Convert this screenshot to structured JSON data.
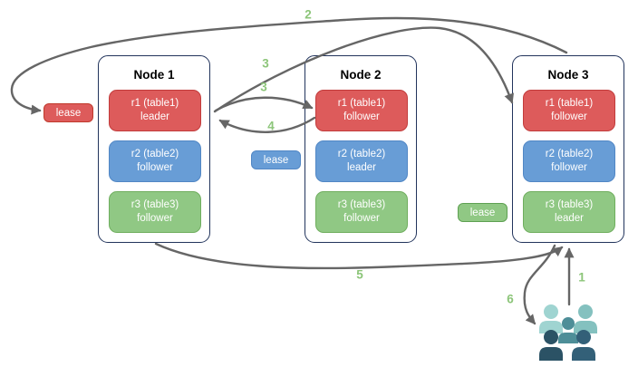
{
  "diagram": {
    "nodes": [
      {
        "title": "Node 1",
        "replicas": [
          {
            "name": "r1 (table1)",
            "role": "leader",
            "color": "red"
          },
          {
            "name": "r2 (table2)",
            "role": "follower",
            "color": "blue"
          },
          {
            "name": "r3 (table3)",
            "role": "follower",
            "color": "green"
          }
        ]
      },
      {
        "title": "Node 2",
        "replicas": [
          {
            "name": "r1 (table1)",
            "role": "follower",
            "color": "red"
          },
          {
            "name": "r2 (table2)",
            "role": "leader",
            "color": "blue"
          },
          {
            "name": "r3 (table3)",
            "role": "follower",
            "color": "green"
          }
        ]
      },
      {
        "title": "Node 3",
        "replicas": [
          {
            "name": "r1 (table1)",
            "role": "follower",
            "color": "red"
          },
          {
            "name": "r2 (table2)",
            "role": "follower",
            "color": "blue"
          },
          {
            "name": "r3 (table3)",
            "role": "leader",
            "color": "green"
          }
        ]
      }
    ],
    "leases": [
      {
        "label": "lease",
        "color": "red"
      },
      {
        "label": "lease",
        "color": "blue"
      },
      {
        "label": "lease",
        "color": "green"
      }
    ],
    "arrow_labels": {
      "a1": "1",
      "a2": "2",
      "a3_to_node3": "3",
      "a3_to_node2": "3",
      "a4": "4",
      "a5": "5",
      "a6": "6"
    },
    "arrows": [
      {
        "label": "1",
        "from": "users",
        "to": "Node 3 bottom"
      },
      {
        "label": "2",
        "from": "Node 3 top",
        "to": "lease (red) near Node 1"
      },
      {
        "label": "3",
        "from": "Node 1 r1 leader",
        "to": "Node 3 r1 follower"
      },
      {
        "label": "3",
        "from": "Node 1 r1 leader",
        "to": "Node 2 r1 follower"
      },
      {
        "label": "4",
        "from": "Node 2 r1 follower",
        "to": "Node 1 r1 leader"
      },
      {
        "label": "5",
        "from": "Node 1 bottom",
        "to": "Node 3 bottom"
      },
      {
        "label": "6",
        "from": "Node 3 bottom",
        "to": "users"
      }
    ],
    "icons": {
      "users": "users-icon"
    },
    "colors": {
      "red": "#dd5b5b",
      "red_border": "#c23c3c",
      "blue": "#689dd6",
      "blue_border": "#5187c5",
      "green": "#90c884",
      "green_border": "#6fae5e",
      "node_border": "#22345c",
      "arrow": "#666666",
      "arrow_label": "#8cc579",
      "users_back_left": "#9fd4d1",
      "users_back_right": "#84c1bf",
      "users_middle": "#4e8e98",
      "users_front_left": "#2b5265",
      "users_front_right": "#336078"
    }
  }
}
